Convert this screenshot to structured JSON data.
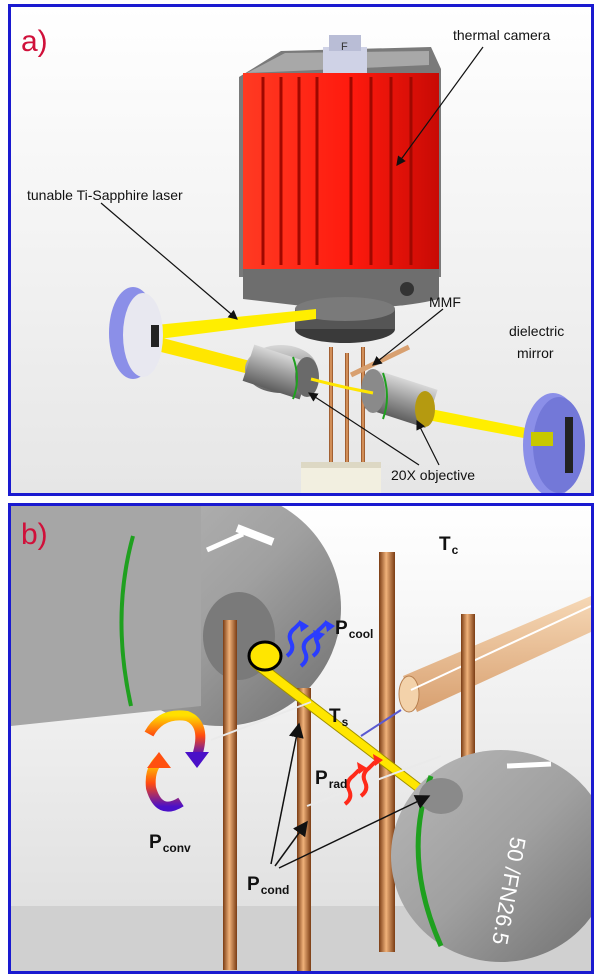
{
  "panel_a": {
    "label": "a)",
    "callouts": {
      "thermal_camera": "thermal camera",
      "laser": "tunable Ti-Sapphire laser",
      "mmf": "MMF",
      "mirror_line1": "dielectric",
      "mirror_line2": "mirror",
      "objective": "20X objective"
    },
    "camera_badge": "F",
    "colors": {
      "camera": "#ff2a1a",
      "beam": "#ffee00",
      "mirror": "#8b8fe8",
      "rod": "#c8824a"
    }
  },
  "panel_b": {
    "label": "b)",
    "symbols": {
      "tc": {
        "main": "T",
        "sub": "c"
      },
      "ts": {
        "main": "T",
        "sub": "s"
      },
      "pcool": {
        "main": "P",
        "sub": "cool"
      },
      "prad": {
        "main": "P",
        "sub": "rad"
      },
      "pconv": {
        "main": "P",
        "sub": "conv"
      },
      "pcond": {
        "main": "P",
        "sub": "cond"
      }
    },
    "objective_text": "50 /FN26.5",
    "colors": {
      "cool_arrow": "#2a3cff",
      "rad_arrow": "#ff2a1a",
      "ring": "#1fa01f"
    }
  }
}
